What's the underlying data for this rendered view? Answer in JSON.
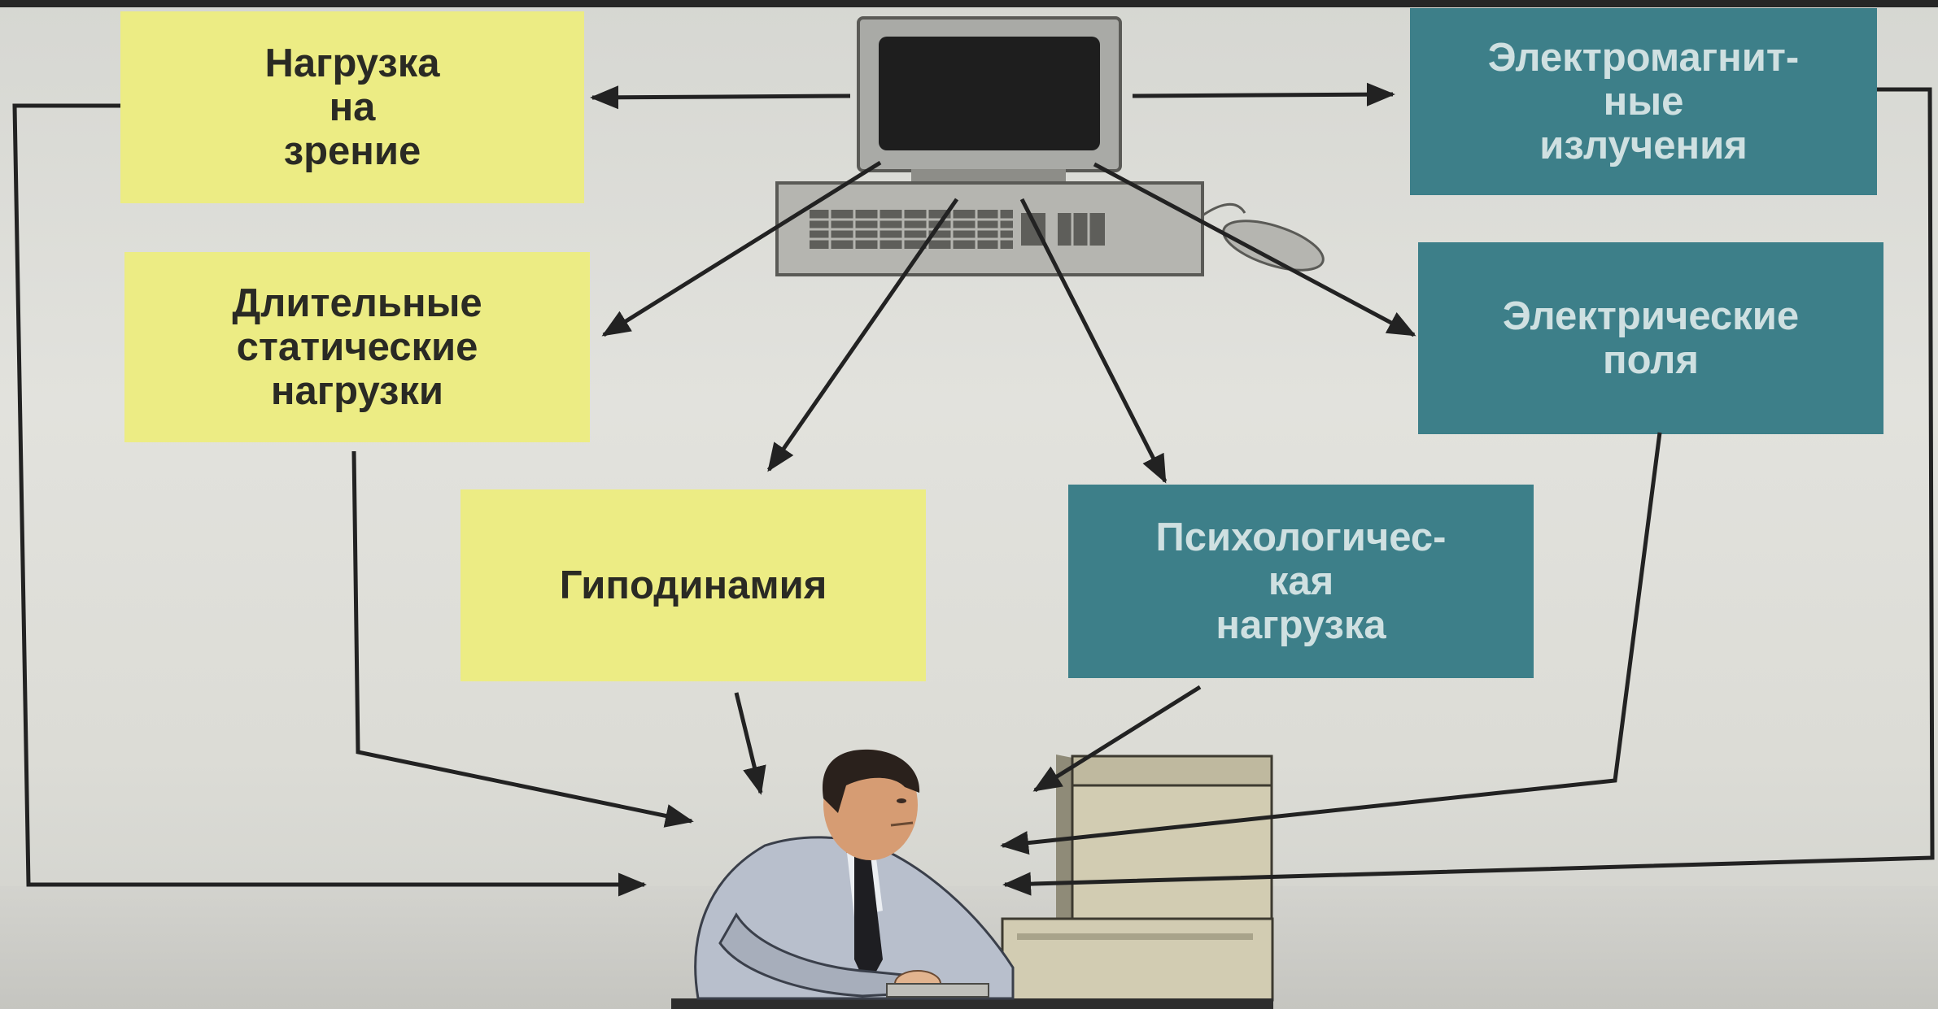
{
  "diagram": {
    "factors": [
      {
        "id": "vision",
        "label": "Нагрузка\nна\nзрение",
        "group": "yellow"
      },
      {
        "id": "static",
        "label": "Длительные\nстатические\nнагрузки",
        "group": "yellow"
      },
      {
        "id": "hypo",
        "label": "Гиподинамия",
        "group": "yellow"
      },
      {
        "id": "em",
        "label": "Электромагнит-\nные\nизлучения",
        "group": "teal"
      },
      {
        "id": "efield",
        "label": "Электрические\nполя",
        "group": "teal"
      },
      {
        "id": "psych",
        "label": "Психологичес-\nкая\nнагрузка",
        "group": "teal"
      }
    ],
    "illustrations": {
      "source": "computer-icon",
      "target": "user-at-computer-icon"
    }
  },
  "colors": {
    "yellow_box": "#ecec84",
    "teal_box": "#3d7f89",
    "yellow_text": "#2a2a24",
    "teal_text": "#cfe0e1",
    "arrow": "#222222"
  }
}
